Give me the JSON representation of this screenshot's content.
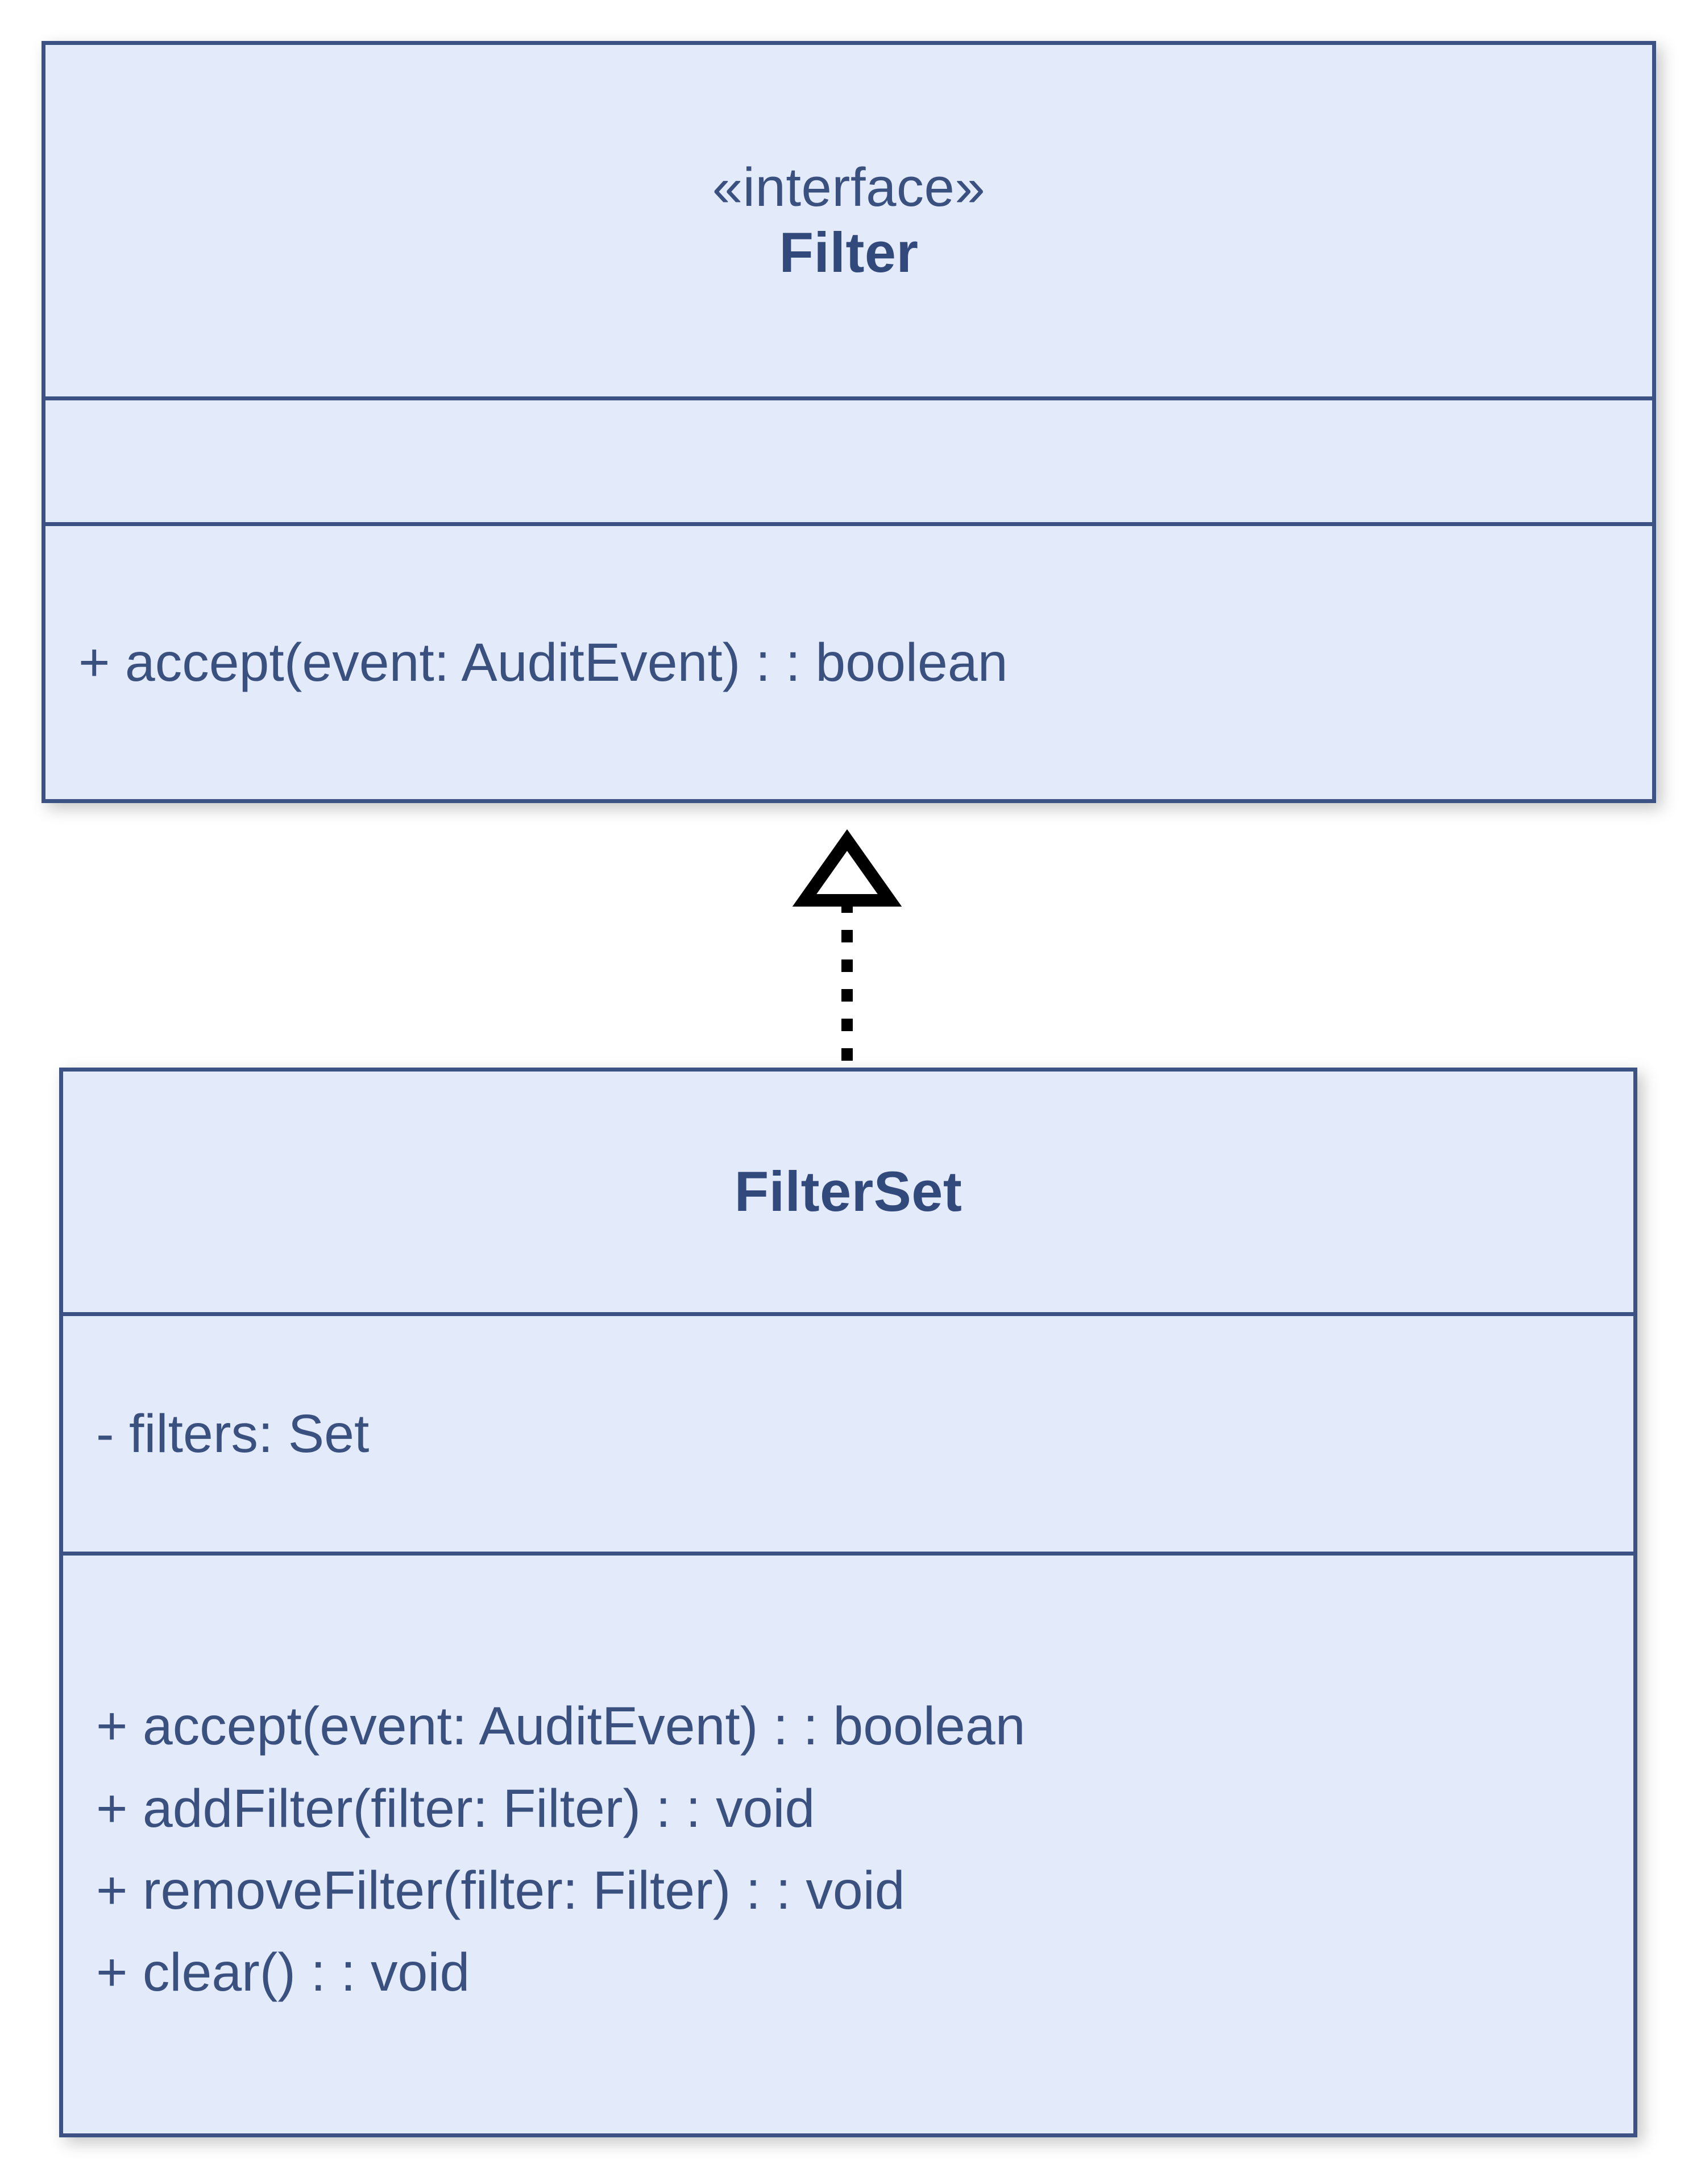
{
  "diagram": {
    "kind": "uml-class-diagram",
    "background_color": "#ffffff",
    "box_fill_color": "#e3eafa",
    "box_border_color": "#3c5184",
    "text_color": "#3a5180",
    "title_color": "#32497c",
    "connector_color": "#000000"
  },
  "classes": [
    {
      "id": "filter",
      "stereotype": "«interface»",
      "name": "Filter",
      "attributes": [],
      "operations": [
        "+ accept(event: AuditEvent) : : boolean"
      ]
    },
    {
      "id": "filterset",
      "stereotype": "",
      "name": "FilterSet",
      "attributes": [
        "- filters: Set"
      ],
      "operations": [
        "+ accept(event: AuditEvent) : : boolean",
        "+ addFilter(filter: Filter) : : void",
        "+ removeFilter(filter: Filter) : : void",
        "+ clear() : : void"
      ]
    }
  ],
  "relationships": [
    {
      "id": "filterset-realizes-filter",
      "type": "realization",
      "line_style": "dotted",
      "arrow_head": "hollow-triangle",
      "source": "FilterSet",
      "target": "Filter",
      "label": ""
    }
  ]
}
